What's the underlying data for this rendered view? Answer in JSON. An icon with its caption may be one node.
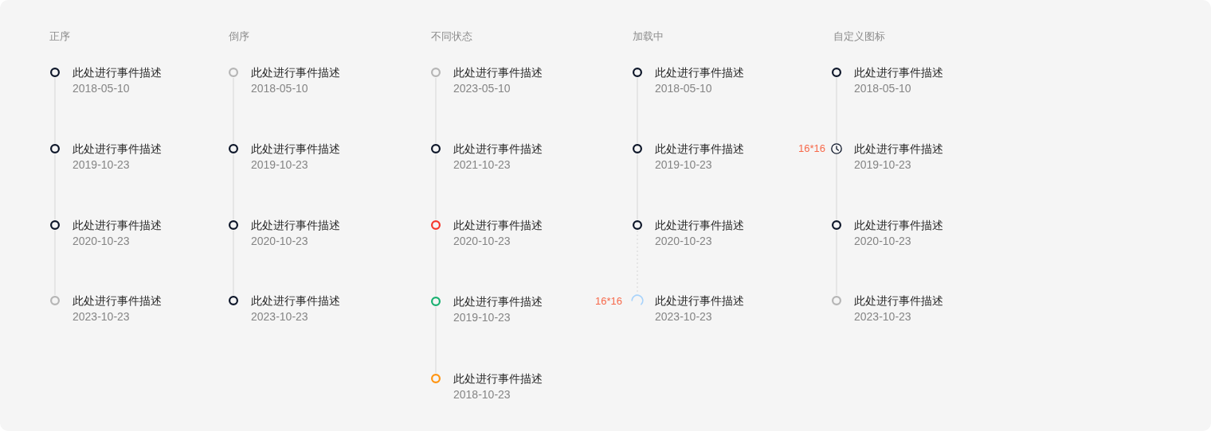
{
  "diagram": {
    "nodes": [
      {
        "text": [
          "此处进行事件描述"
        ],
        "beside": [
          "2018-05-10"
        ]
      },
      {
        "text": [
          "此处进行事件描述"
        ],
        "beside": [
          "2019-10-23"
        ]
      },
      {
        "text": [
          "此处进行事件描述"
        ],
        "beside": [
          "2020-10-23"
        ]
      },
      {
        "text": [
          "此处进行事件描述"
        ],
        "beside": [
          "2023-10-23"
        ]
      },
      {
        "text": [
          "此处进行事件描述"
        ],
        "beside": [
          "2018-05-10"
        ]
      },
      {
        "text": [
          "此处进行事件描述"
        ],
        "beside": [
          "2019-10-23"
        ]
      },
      {
        "text": [
          "此处进行事件描述"
        ],
        "beside": [
          "2020-10-23"
        ]
      },
      {
        "text": [
          "此处进行事件描述"
        ],
        "beside": [
          "2023-10-23"
        ]
      },
      {
        "text": [
          "此处进行事件描述"
        ],
        "beside": [
          "2023-05-10"
        ]
      },
      {
        "text": [
          "此处进行事件描述"
        ],
        "beside": [
          "2021-10-23"
        ]
      },
      {
        "text": [
          "此处进行事件描述"
        ],
        "beside": [
          "2020-10-23"
        ]
      },
      {
        "text": [
          "此处进行事件描述"
        ],
        "beside": [
          "2019-10-23"
        ]
      },
      {
        "text": [
          "此处进行事件描述"
        ],
        "beside": [
          "2018-10-23"
        ]
      },
      {
        "text": [
          "此处进行事件描述"
        ],
        "beside": [
          "2018-05-10"
        ]
      },
      {
        "text": [
          "此处进行事件描述"
        ],
        "beside": [
          "2019-10-23"
        ]
      },
      {
        "text": [
          "此处进行事件描述"
        ],
        "beside": [
          "2020-10-23"
        ]
      },
      {
        "text": [
          "此处进行事件描述"
        ],
        "beside": [
          "2023-10-23"
        ]
      },
      {
        "text": [
          "此处进行事件描述"
        ],
        "beside": [
          "2018-05-10"
        ]
      },
      {
        "text": [
          "此处进行事件描述"
        ],
        "beside": [
          "2019-10-23"
        ]
      },
      {
        "text": [
          "此处进行事件描述"
        ],
        "beside": [
          "2020-10-23"
        ]
      },
      {
        "text": [
          "此处进行事件描述"
        ],
        "beside": [
          "2023-10-23"
        ]
      }
    ],
    "edges": [
      {
        "from": 0,
        "to": 1,
        "arrow": "none"
      },
      {
        "from": 1,
        "to": 2,
        "arrow": "none"
      },
      {
        "from": 2,
        "to": 3,
        "arrow": "none"
      },
      {
        "from": 4,
        "to": 5,
        "arrow": "none"
      },
      {
        "from": 5,
        "to": 6,
        "arrow": "none"
      },
      {
        "from": 6,
        "to": 7,
        "arrow": "none"
      },
      {
        "from": 8,
        "to": 9,
        "arrow": "none"
      },
      {
        "from": 9,
        "to": 10,
        "arrow": "none"
      },
      {
        "from": 10,
        "to": 11,
        "arrow": "none"
      },
      {
        "from": 11,
        "to": 12,
        "arrow": "none"
      },
      {
        "from": 13,
        "to": 14,
        "arrow": "none"
      },
      {
        "from": 14,
        "to": 15,
        "arrow": "none"
      },
      {
        "from": 15,
        "to": 16,
        "arrow": "none",
        "style": "dashed"
      },
      {
        "from": 17,
        "to": 18,
        "arrow": "none"
      },
      {
        "from": 18,
        "to": 19,
        "arrow": "none"
      },
      {
        "from": 19,
        "to": 20,
        "arrow": "none"
      }
    ],
    "labels": [
      "正序",
      "倒序",
      "不同状态",
      "加载中",
      "自定义图标",
      "16*16",
      "16*16"
    ]
  }
}
